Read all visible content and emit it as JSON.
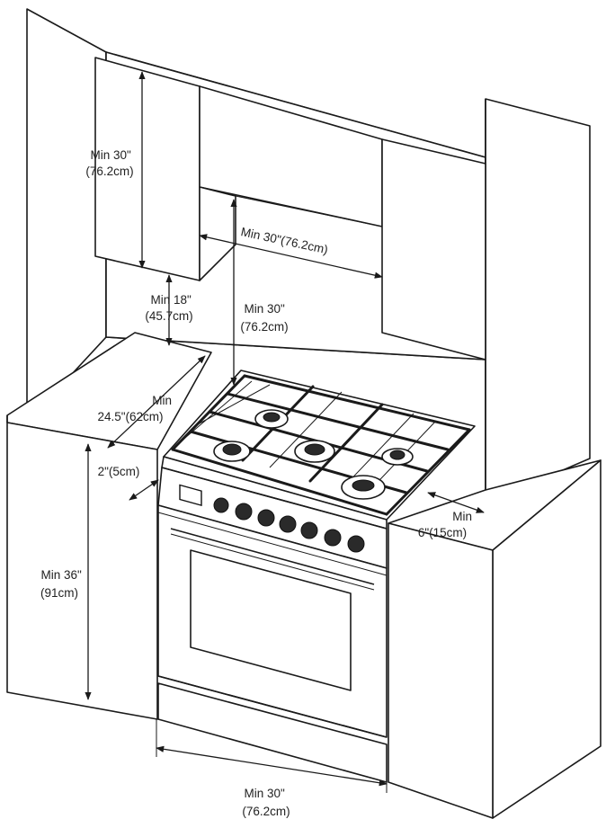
{
  "labels": {
    "upper_cabinet_height": [
      "Min 30\"",
      "(76.2cm)"
    ],
    "hood_width": [
      "Min 30\"(76.2cm)"
    ],
    "counter_to_cabinet": [
      "Min 18\"",
      "(45.7cm)"
    ],
    "cooktop_to_hood": [
      "Min 30\"",
      "(76.2cm)"
    ],
    "counter_depth": [
      "Min",
      "24.5\"(62cm)"
    ],
    "front_overhang": [
      "2\"(5cm)"
    ],
    "side_clearance": [
      "Min",
      "6\"(15cm)"
    ],
    "counter_height": [
      "Min 36\"",
      "(91cm)"
    ],
    "range_width": [
      "Min 30\"",
      "(76.2cm)"
    ]
  }
}
